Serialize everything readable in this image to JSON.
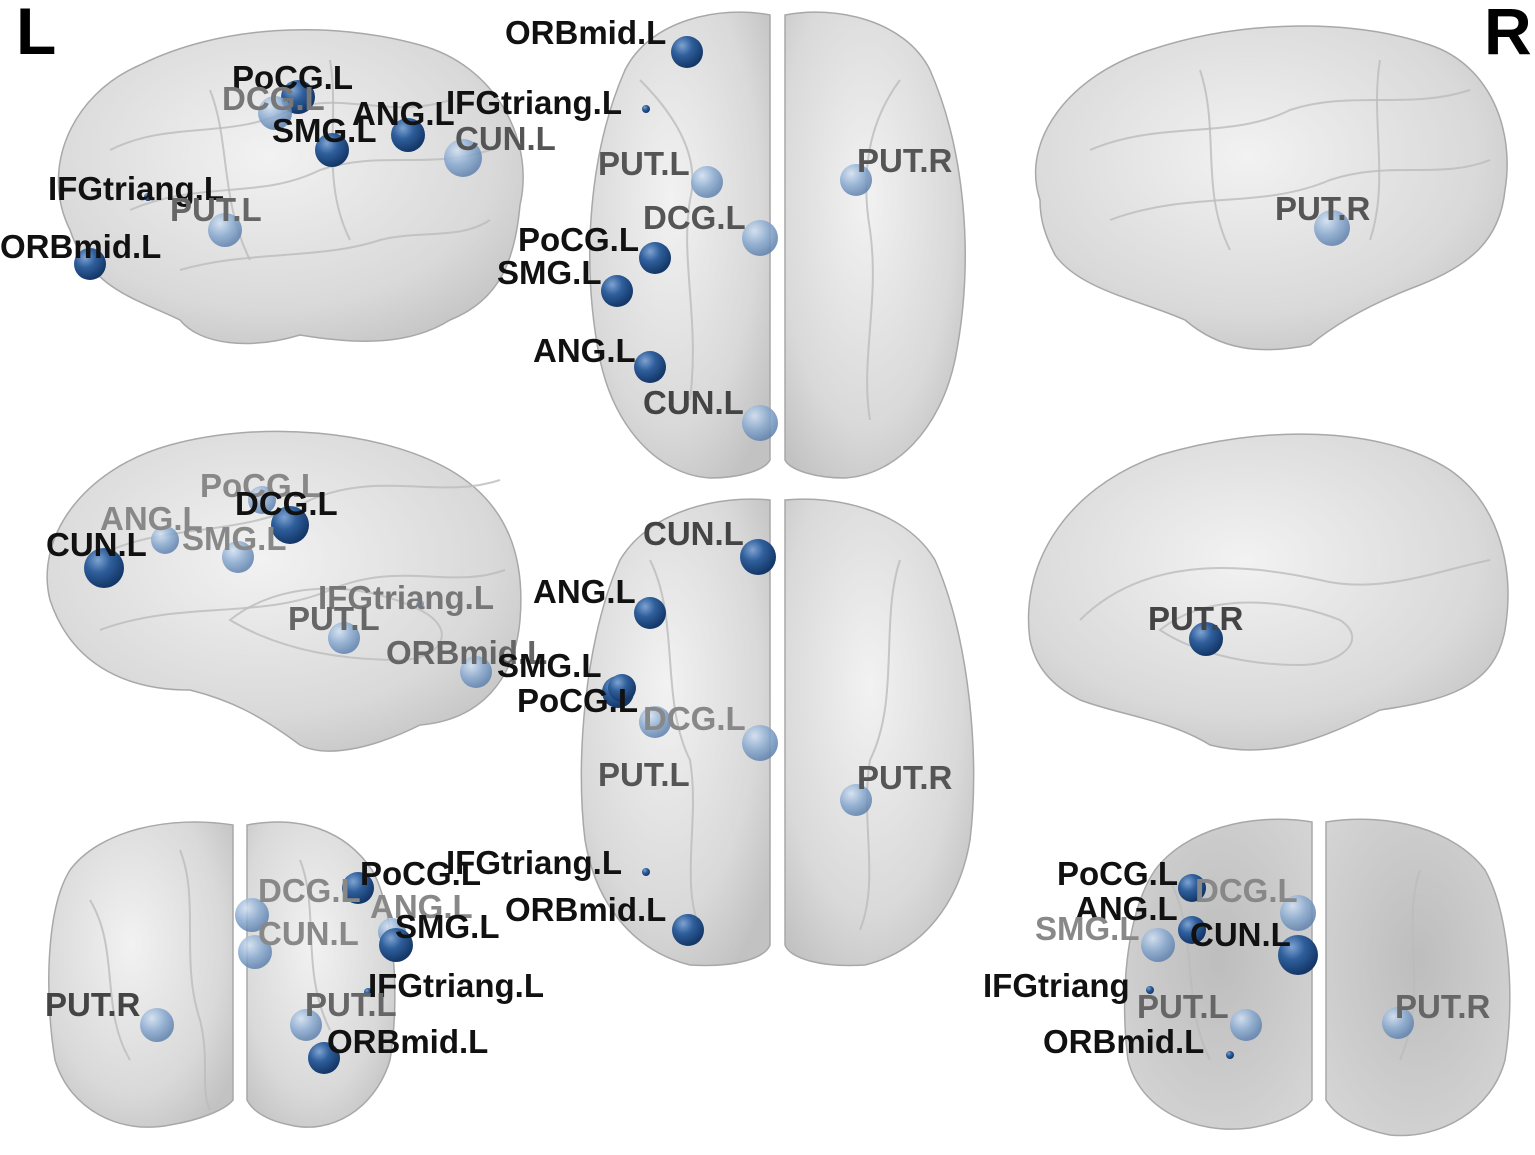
{
  "corner_labels": {
    "left": "L",
    "right": "R"
  },
  "colors": {
    "node": "#2e5f9c",
    "node_highlight": "#9bbde3",
    "brain_fill": "#d9d9d9",
    "brain_edge": "#a8a8a8"
  },
  "views": [
    {
      "id": "lateral-left",
      "nodes": [
        {
          "label": "PoCG.L",
          "shade": "dark"
        },
        {
          "label": "DCG.L",
          "shade": "faded"
        },
        {
          "label": "ANG.L",
          "shade": "dark"
        },
        {
          "label": "SMG.L",
          "shade": "dark"
        },
        {
          "label": "CUN.L",
          "shade": "faded"
        },
        {
          "label": "IFGtriang.L",
          "shade": "dark"
        },
        {
          "label": "PUT.L",
          "shade": "faded"
        },
        {
          "label": "ORBmid.L",
          "shade": "dark"
        }
      ]
    },
    {
      "id": "dorsal",
      "nodes": [
        {
          "label": "ORBmid.L",
          "shade": "dark"
        },
        {
          "label": "IFGtriang.L",
          "shade": "dark"
        },
        {
          "label": "PUT.L",
          "shade": "faded"
        },
        {
          "label": "PUT.R",
          "shade": "faded"
        },
        {
          "label": "DCG.L",
          "shade": "faded"
        },
        {
          "label": "PoCG.L",
          "shade": "dark"
        },
        {
          "label": "SMG.L",
          "shade": "dark"
        },
        {
          "label": "ANG.L",
          "shade": "dark"
        },
        {
          "label": "CUN.L",
          "shade": "faded"
        }
      ]
    },
    {
      "id": "lateral-right",
      "nodes": [
        {
          "label": "PUT.R",
          "shade": "faded"
        }
      ]
    },
    {
      "id": "medial-left",
      "nodes": [
        {
          "label": "PoCG.L",
          "shade": "faded"
        },
        {
          "label": "DCG.L",
          "shade": "dark"
        },
        {
          "label": "ANG.L",
          "shade": "faded"
        },
        {
          "label": "SMG.L",
          "shade": "faded"
        },
        {
          "label": "CUN.L",
          "shade": "dark"
        },
        {
          "label": "IFGtriang.L",
          "shade": "faded"
        },
        {
          "label": "PUT.L",
          "shade": "faded"
        },
        {
          "label": "ORBmid.L",
          "shade": "faded"
        }
      ]
    },
    {
      "id": "ventral",
      "nodes": [
        {
          "label": "CUN.L",
          "shade": "dark"
        },
        {
          "label": "ANG.L",
          "shade": "dark"
        },
        {
          "label": "SMG.L",
          "shade": "dark"
        },
        {
          "label": "PoCG.L",
          "shade": "dark"
        },
        {
          "label": "DCG.L",
          "shade": "faded"
        },
        {
          "label": "PUT.L",
          "shade": "faded"
        },
        {
          "label": "PUT.R",
          "shade": "faded"
        },
        {
          "label": "IFGtriang.L",
          "shade": "dark"
        },
        {
          "label": "ORBmid.L",
          "shade": "dark"
        }
      ]
    },
    {
      "id": "medial-right",
      "nodes": [
        {
          "label": "PUT.R",
          "shade": "dark"
        }
      ]
    },
    {
      "id": "anterior",
      "nodes": [
        {
          "label": "PoCG.L",
          "shade": "dark"
        },
        {
          "label": "DCG.L",
          "shade": "faded"
        },
        {
          "label": "ANG.L",
          "shade": "faded"
        },
        {
          "label": "CUN.L",
          "shade": "faded"
        },
        {
          "label": "SMG.L",
          "shade": "dark"
        },
        {
          "label": "IFGtriang.L",
          "shade": "dark"
        },
        {
          "label": "PUT.R",
          "shade": "faded"
        },
        {
          "label": "PUT.L",
          "shade": "faded"
        },
        {
          "label": "ORBmid.L",
          "shade": "dark"
        }
      ]
    },
    {
      "id": "posterior",
      "nodes": [
        {
          "label": "PoCG.L",
          "shade": "dark"
        },
        {
          "label": "DCG.L",
          "shade": "faded"
        },
        {
          "label": "ANG.L",
          "shade": "dark"
        },
        {
          "label": "CUN.L",
          "shade": "dark"
        },
        {
          "label": "SMG.L",
          "shade": "faded"
        },
        {
          "label": "IFGtriang",
          "shade": "dark"
        },
        {
          "label": "PUT.L",
          "shade": "faded"
        },
        {
          "label": "PUT.R",
          "shade": "faded"
        },
        {
          "label": "ORBmid.L",
          "shade": "dark"
        }
      ]
    }
  ]
}
